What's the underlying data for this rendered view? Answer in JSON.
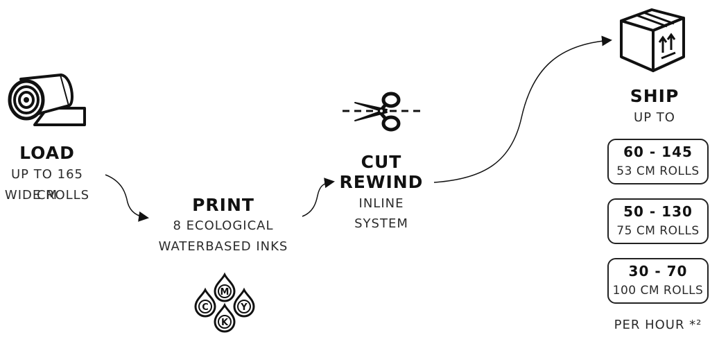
{
  "load": {
    "title": "LOAD",
    "line1": "UP TO 165 CM",
    "line2": "WIDE ROLLS",
    "icon": "fabric-roll-icon"
  },
  "print": {
    "title": "PRINT",
    "line1": "8 ECOLOGICAL",
    "line2": "WATERBASED INKS",
    "icon": "ink-drops-icon",
    "inks": [
      "M",
      "C",
      "Y",
      "K"
    ]
  },
  "cut": {
    "title1": "CUT",
    "title2": "REWIND",
    "line1": "INLINE",
    "line2": "SYSTEM",
    "icon": "scissors-icon"
  },
  "ship": {
    "title": "SHIP",
    "subtitle": "UP TO",
    "icon": "shipping-box-icon",
    "rates": [
      {
        "range": "60 - 145",
        "roll": "53 CM ROLLS"
      },
      {
        "range": "50 - 130",
        "roll": "75 CM ROLLS"
      },
      {
        "range": "30 - 70",
        "roll": "100 CM ROLLS"
      }
    ],
    "footer": "PER HOUR *²"
  }
}
